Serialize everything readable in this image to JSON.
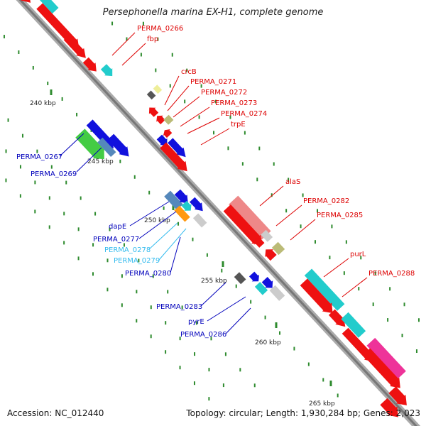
{
  "title": "Persephonella marina EX-H1, complete genome",
  "footer": {
    "accession": "Accession: NC_012440",
    "topology": "Topology: circular; Length: 1,930,284 bp; Genes: 2,023"
  },
  "colors": {
    "red": "#ee1111",
    "cyan": "#22cccc",
    "blue": "#1111dd",
    "steel": "#5588bb",
    "salmon": "#ee8888",
    "orange": "#ff9911",
    "green": "#44cc44",
    "magenta": "#ee3399",
    "olive": "#bbbb77",
    "grey": "#555555",
    "lightgrey": "#cccccc",
    "tan": "#eeee99",
    "label_red": "#dd0000",
    "label_blue": "#0000bb",
    "label_cyan": "#33bbee",
    "tick": "#2e8b2e"
  },
  "scale_ticks": [
    {
      "label": "240 kbp"
    },
    {
      "label": "245 kbp"
    },
    {
      "label": "250 kbp"
    },
    {
      "label": "255 kbp"
    },
    {
      "label": "260 kbp"
    },
    {
      "label": "265 kbp"
    }
  ],
  "gene_labels": [
    {
      "name": "PERMA_0266",
      "color": "label_red"
    },
    {
      "name": "fbp",
      "color": "label_red"
    },
    {
      "name": "crcB",
      "color": "label_red"
    },
    {
      "name": "PERMA_0271",
      "color": "label_red"
    },
    {
      "name": "PERMA_0272",
      "color": "label_red"
    },
    {
      "name": "PERMA_0273",
      "color": "label_red"
    },
    {
      "name": "PERMA_0274",
      "color": "label_red"
    },
    {
      "name": "trpE",
      "color": "label_red"
    },
    {
      "name": "alaS",
      "color": "label_red"
    },
    {
      "name": "PERMA_0282",
      "color": "label_red"
    },
    {
      "name": "PERMA_0285",
      "color": "label_red"
    },
    {
      "name": "purL",
      "color": "label_red"
    },
    {
      "name": "PERMA_0288",
      "color": "label_red"
    },
    {
      "name": "PERMA_0267",
      "color": "label_blue"
    },
    {
      "name": "PERMA_0269",
      "color": "label_blue"
    },
    {
      "name": "dapE",
      "color": "label_blue"
    },
    {
      "name": "PERMA_0277",
      "color": "label_blue"
    },
    {
      "name": "PERMA_0278",
      "color": "label_cyan"
    },
    {
      "name": "PERMA_0279",
      "color": "label_cyan"
    },
    {
      "name": "PERMA_0280",
      "color": "label_blue"
    },
    {
      "name": "PERMA_0283",
      "color": "label_blue"
    },
    {
      "name": "pyrE",
      "color": "label_blue"
    },
    {
      "name": "PERMA_0286",
      "color": "label_blue"
    }
  ]
}
